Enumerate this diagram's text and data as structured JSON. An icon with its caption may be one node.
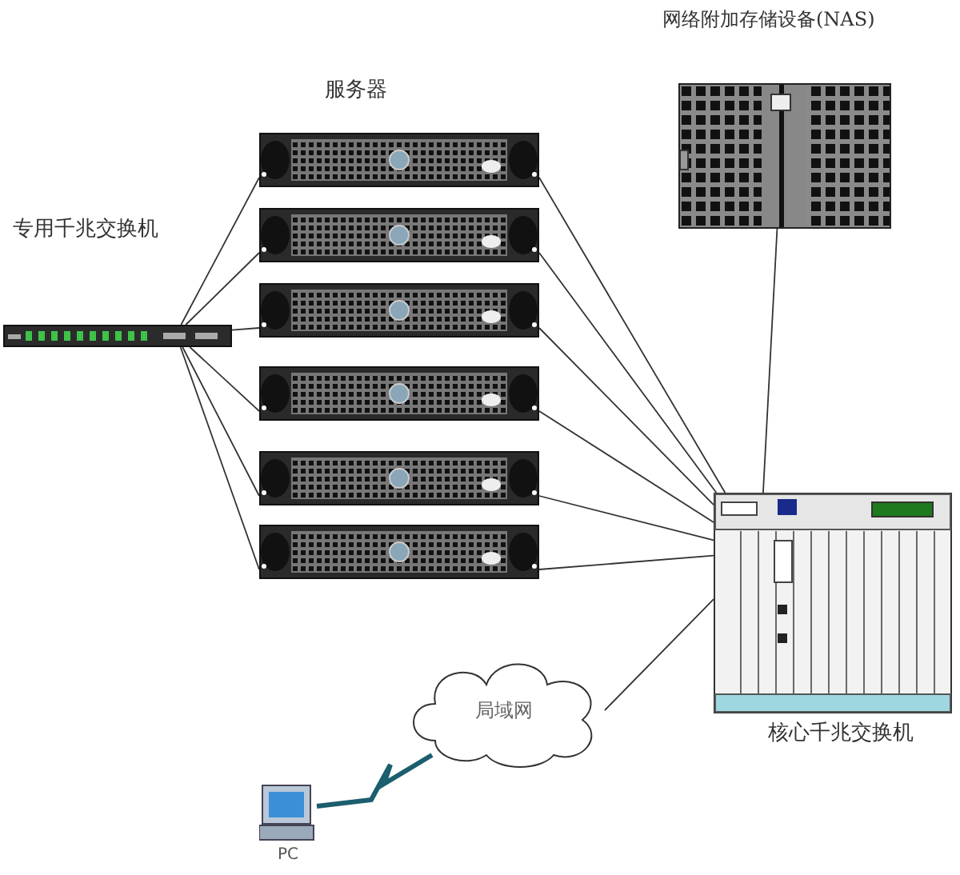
{
  "diagram": {
    "nodes": [
      {
        "text": [
          "专用千兆交换机"
        ]
      },
      {
        "text": [],
        "shape": "picture"
      },
      {
        "text": [],
        "shape": "picture"
      },
      {
        "text": [],
        "shape": "picture"
      },
      {
        "text": [],
        "shape": "picture"
      },
      {
        "text": [],
        "shape": "picture"
      },
      {
        "text": [],
        "shape": "picture"
      },
      {
        "text": [
          "网络附加存储设备(NAS)"
        ]
      },
      {
        "text": [
          "核心千兆交换机"
        ]
      },
      {
        "text": [
          "局域网"
        ]
      },
      {
        "text": [
          "PC"
        ]
      }
    ],
    "edges": [
      {
        "from": 0,
        "to": 1,
        "arrow": "none"
      },
      {
        "from": 0,
        "to": 2,
        "arrow": "none"
      },
      {
        "from": 0,
        "to": 3,
        "arrow": "none"
      },
      {
        "from": 0,
        "to": 4,
        "arrow": "none"
      },
      {
        "from": 0,
        "to": 5,
        "arrow": "none"
      },
      {
        "from": 0,
        "to": 6,
        "arrow": "none"
      },
      {
        "from": 1,
        "to": 8,
        "arrow": "none"
      },
      {
        "from": 2,
        "to": 8,
        "arrow": "none"
      },
      {
        "from": 3,
        "to": 8,
        "arrow": "none"
      },
      {
        "from": 4,
        "to": 8,
        "arrow": "none"
      },
      {
        "from": 5,
        "to": 8,
        "arrow": "none"
      },
      {
        "from": 6,
        "to": 8,
        "arrow": "none"
      },
      {
        "from": 7,
        "to": 8,
        "arrow": "none"
      },
      {
        "from": 9,
        "to": 8,
        "arrow": "none"
      },
      {
        "from": 10,
        "to": 9,
        "arrow": "none",
        "style": "thick",
        "color": "#1b5e6e"
      }
    ],
    "labels": [
      "服务器"
    ]
  }
}
